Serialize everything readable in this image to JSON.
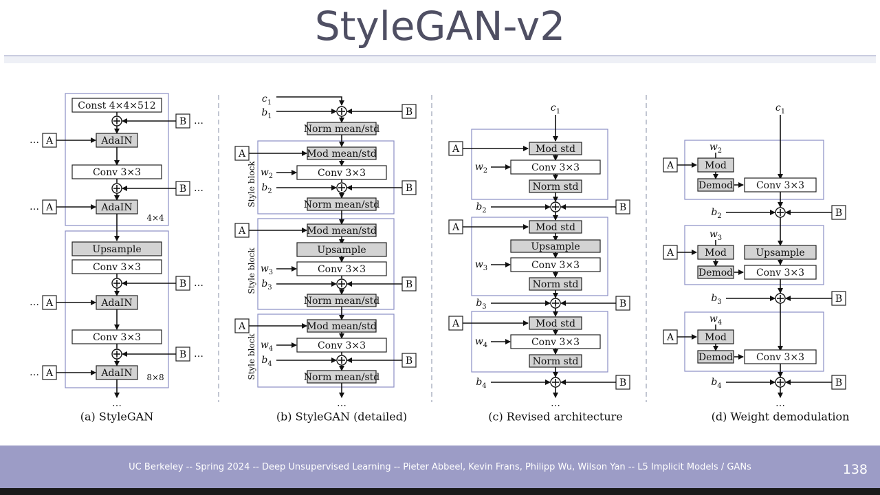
{
  "slide": {
    "title": "StyleGAN-v2",
    "footer": "UC Berkeley -- Spring 2024 -- Deep Unsupervised Learning -- Pieter Abbeel, Kevin Frans, Philipp Wu, Wilson Yan  -- L5 Implicit Models / GANs",
    "page_number": "138"
  },
  "labels": {
    "const": "Const 4×4×512",
    "adain": "AdaIN",
    "conv": "Conv 3×3",
    "upsample": "Upsample",
    "norm_meanstd": "Norm mean/std",
    "mod_meanstd": "Mod mean/std",
    "mod_std": "Mod std",
    "norm_std": "Norm std",
    "mod": "Mod",
    "demod": "Demod",
    "style_block": "Style block",
    "A": "A",
    "B": "B",
    "plus": "+",
    "dots": "…",
    "dots_bottom": "⋯",
    "res4": "4×4",
    "res8": "8×8",
    "c1": "c",
    "b": "b",
    "w": "w",
    "sub1": "1",
    "sub2": "2",
    "sub3": "3",
    "sub4": "4"
  },
  "captions": {
    "a": "(a) StyleGAN",
    "b": "(b) StyleGAN (detailed)",
    "c": "(c) Revised architecture",
    "d": "(d) Weight demodulation"
  }
}
